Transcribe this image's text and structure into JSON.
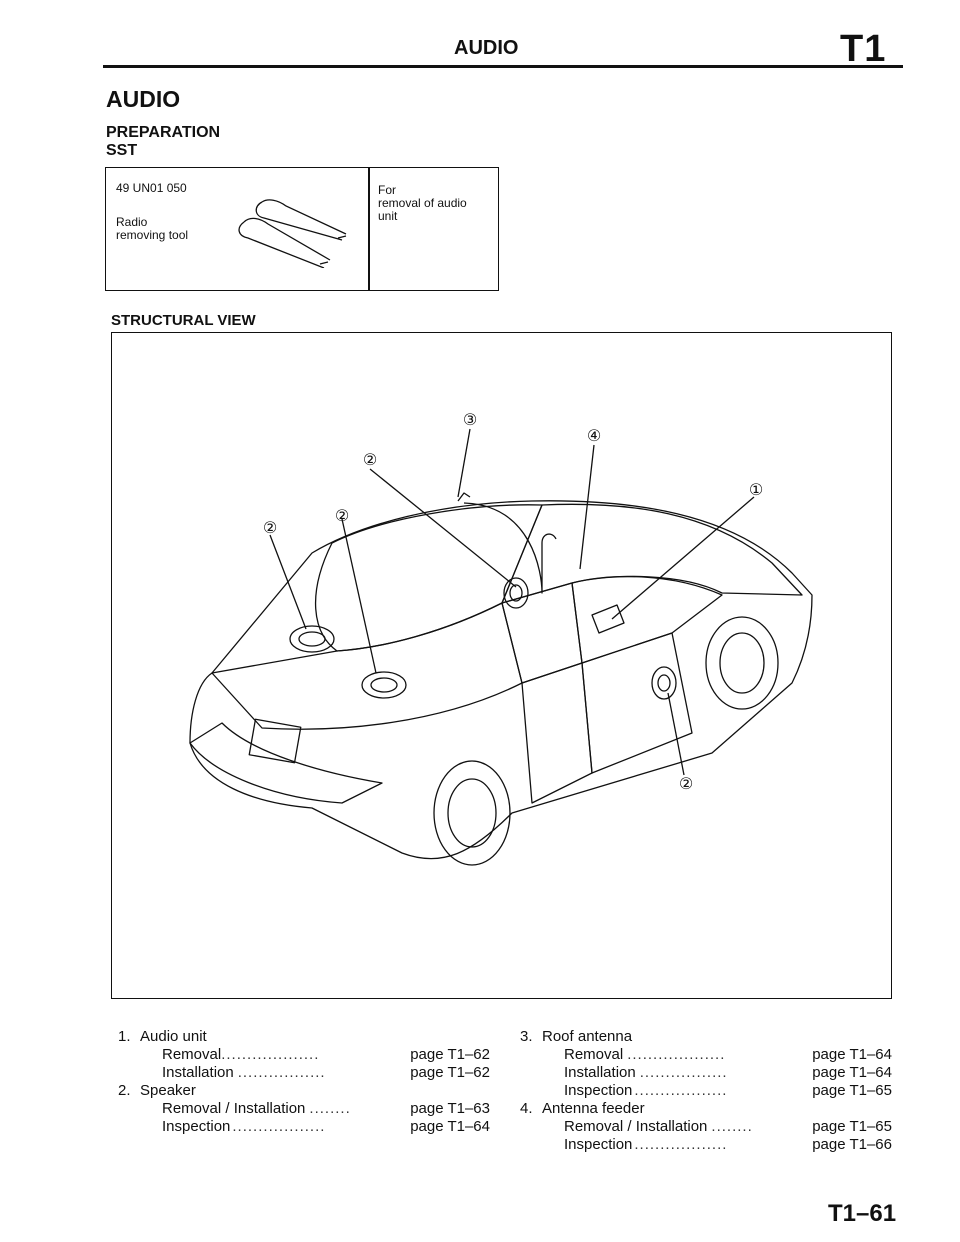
{
  "header": {
    "title": "AUDIO",
    "section": "T1"
  },
  "page_heading": "AUDIO",
  "subheadings": [
    "PREPARATION",
    "SST"
  ],
  "sst": {
    "part_number": "49 UN01 050",
    "tool_name": "Radio\nremoving tool",
    "purpose": "For\nremoval of audio\nunit"
  },
  "structural_title": "STRUCTURAL VIEW",
  "callouts": [
    "①",
    "②",
    "③",
    "④"
  ],
  "legend_left": [
    {
      "num": "1.",
      "label": "Audio unit"
    },
    {
      "sub": "Removal",
      "dots": "...................",
      "ref": "page T1–62"
    },
    {
      "sub": "Installation",
      "dots": ".................",
      "ref": "page T1–62"
    },
    {
      "num": "2.",
      "label": "Speaker"
    },
    {
      "sub": "Removal / Installation",
      "dots": "........",
      "ref": "page T1–63"
    },
    {
      "sub": "Inspection",
      "dots": "..................",
      "ref": "page T1–64"
    }
  ],
  "legend_right": [
    {
      "num": "3.",
      "label": "Roof antenna"
    },
    {
      "sub": "Removal",
      "dots": "...................",
      "ref": "page T1–64"
    },
    {
      "sub": "Installation",
      "dots": ".................",
      "ref": "page T1–64"
    },
    {
      "sub": "Inspection",
      "dots": "..................",
      "ref": "page T1–65"
    },
    {
      "num": "4.",
      "label": "Antenna feeder"
    },
    {
      "sub": "Removal / Installation",
      "dots": "........",
      "ref": "page T1–65"
    },
    {
      "sub": "Inspection",
      "dots": "..................",
      "ref": "page T1–66"
    }
  ],
  "footer": {
    "page_number": "T1–61"
  }
}
